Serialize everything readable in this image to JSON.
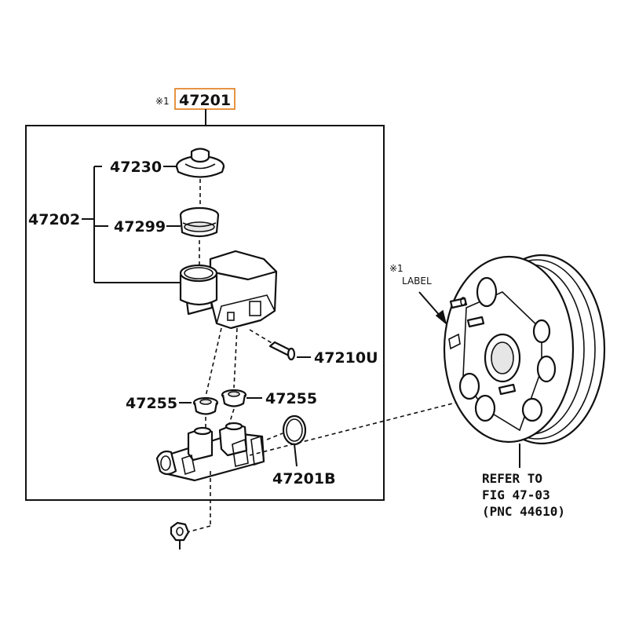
{
  "assembly": {
    "mark": "※1",
    "number": "47201"
  },
  "parts": {
    "p47230": "47230",
    "p47202": "47202",
    "p47299": "47299",
    "p47210u": "47210U",
    "p47255_left": "47255",
    "p47255_right": "47255",
    "p47201b": "47201B"
  },
  "booster_note": {
    "mark": "※1",
    "label": "LABEL"
  },
  "reference": {
    "line1": "REFER TO",
    "line2": "FIG 47-03",
    "line3": "(PNC 44610)"
  },
  "colors": {
    "highlight": "#e07a16",
    "ink": "#111111"
  }
}
